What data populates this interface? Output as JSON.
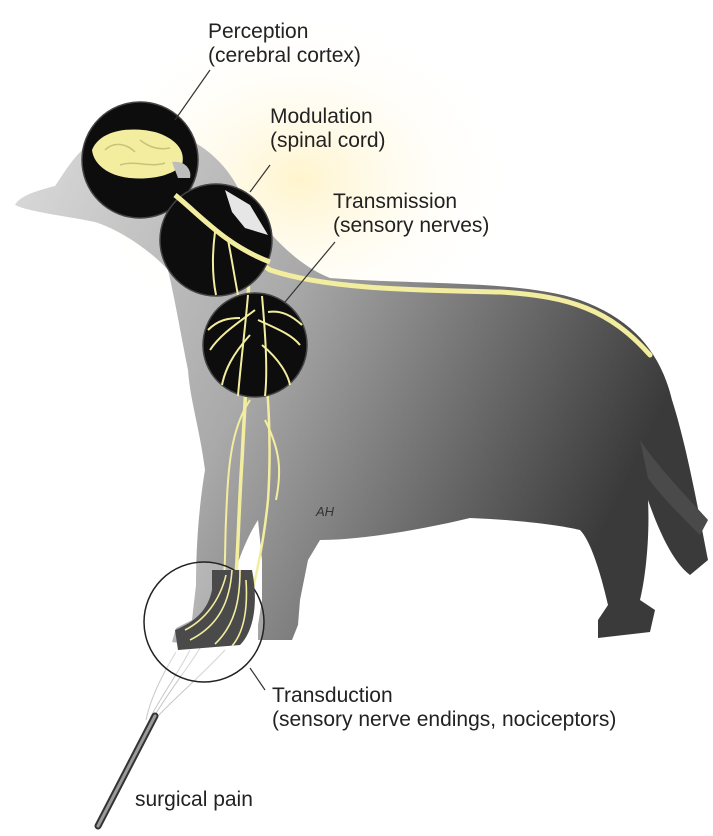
{
  "stages": {
    "perception": {
      "title": "Perception",
      "detail": "(cerebral cortex)"
    },
    "modulation": {
      "title": "Modulation",
      "detail": "(spinal cord)"
    },
    "transmission": {
      "title": "Transmission",
      "detail": "(sensory nerves)"
    },
    "transduction": {
      "title": "Transduction",
      "detail": "(sensory nerve endings, nociceptors)"
    }
  },
  "stimulus": {
    "label": "surgical pain"
  },
  "artist_signature": "AH",
  "colors": {
    "nerve": "#f3eda0",
    "body_dark": "#3a3a3a",
    "body_light": "#d8d8d8",
    "circle_fill": "#0d0d0d",
    "text": "#222222"
  }
}
